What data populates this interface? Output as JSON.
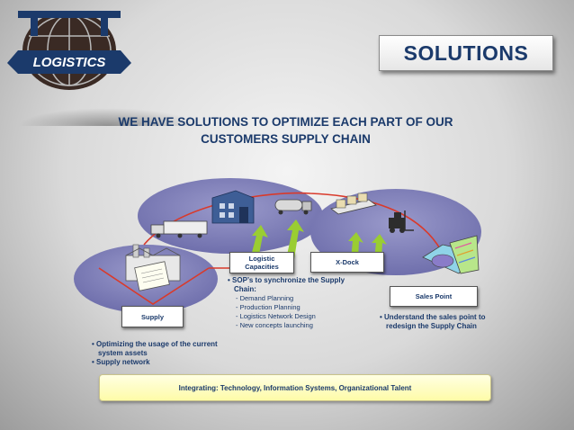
{
  "logo": {
    "text": "LOGISTICS"
  },
  "title": "SOLUTIONS",
  "heading": {
    "line1": "WE HAVE SOLUTIONS TO OPTIMIZE EACH PART OF OUR",
    "line2": "CUSTOMERS SUPPLY CHAIN"
  },
  "nodes": {
    "supply": "Supply",
    "logistic_capacities_line1": "Logistic",
    "logistic_capacities_line2": "Capacities",
    "xdock": "X-Dock",
    "sales_point": "Sales Point"
  },
  "left_bullets": {
    "item1_line1": "Optimizing the usage of the current",
    "item1_line2": "system assets",
    "item2": "Supply  network"
  },
  "middle_bullets": {
    "main_line1": "SOP’s to synchronize the Supply",
    "main_line2": "Chain:",
    "sub": [
      "- Demand Planning",
      "- Production Planning",
      "- Logistics Network Design",
      "- New concepts launching"
    ]
  },
  "right_bullets": {
    "line1": "Understand the sales point to",
    "line2": "redesign the Supply Chain"
  },
  "footer": "Integrating: Technology, Information Systems, Organizational Talent",
  "colors": {
    "navy": "#1b3a6b",
    "ellipse": "#7e7eb6",
    "arrow_red": "#d93a2b",
    "arrow_green": "#9acd32",
    "bar": "#fefba8"
  },
  "icons": [
    "globe-logo-icon",
    "factory-icon",
    "order-document-icon",
    "truck-trailer-icon",
    "warehouse-icon",
    "tanker-truck-icon",
    "conveyor-boxes-icon",
    "forklift-icon",
    "store-shelves-icon"
  ]
}
